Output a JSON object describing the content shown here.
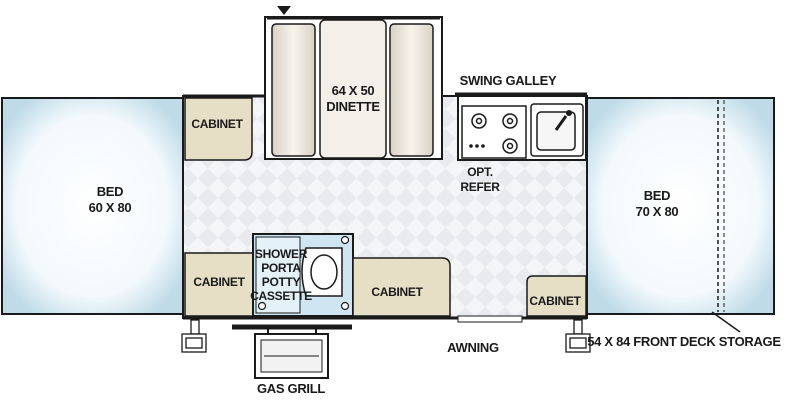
{
  "labels": {
    "bed_left": [
      "BED",
      "60 X 80"
    ],
    "bed_right": [
      "BED",
      "70 X 80"
    ],
    "dinette": [
      "64 X 50",
      "DINETTE"
    ],
    "swing_galley": "SWING GALLEY",
    "opt_refer": [
      "OPT.",
      "REFER"
    ],
    "cabinet_top_left": "CABINET",
    "cabinet_bottom_left": "CABINET",
    "cabinet_bottom_mid": "CABINET",
    "cabinet_bottom_right": "CABINET",
    "shower": [
      "SHOWER",
      "PORTA",
      "POTTY",
      "CASSETTE"
    ],
    "awning": "AWNING",
    "gas_grill": "GAS GRILL",
    "front_deck": "54 X 84 FRONT DECK STORAGE"
  },
  "colors": {
    "bed_fill": "#dfeef5",
    "bed_glow": "#ffffff",
    "cabinet_fill": "#e6dfc6",
    "floor_fill": "#e9ebef",
    "cushion_fill": "#f2ede4",
    "outline": "#1a1a1a"
  },
  "icons": [
    "entry-arrow-icon",
    "stove-burner-icon",
    "sink-icon",
    "toilet-icon",
    "jack-stand-icon"
  ]
}
